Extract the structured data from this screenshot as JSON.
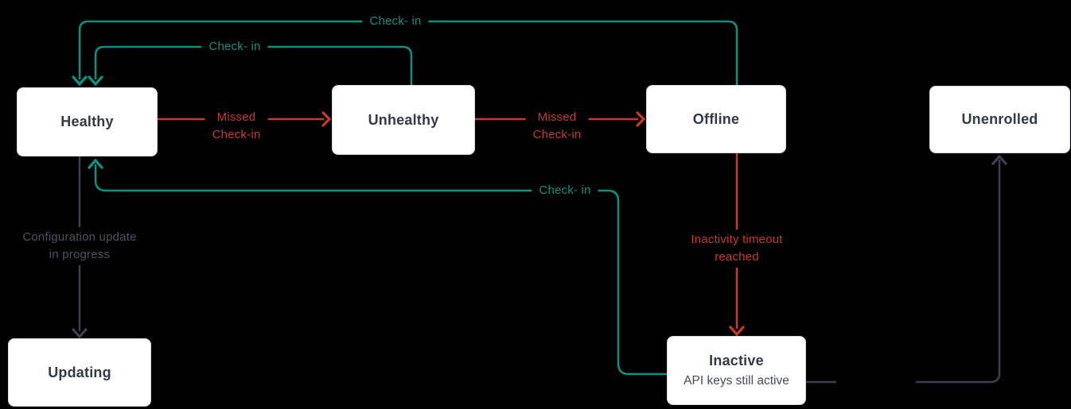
{
  "diagram": {
    "colors": {
      "background": "#000000",
      "teal": "#0E9181",
      "red": "#C83A2E",
      "gray": "#3A4150",
      "gray_text": "#4C5464",
      "box_bg": "#FFFFFF",
      "box_border": "#D7DBE4",
      "node_title": "#323949",
      "node_subtitle": "#454C5A"
    },
    "nodes": {
      "healthy": {
        "title": "Healthy"
      },
      "unhealthy": {
        "title": "Unhealthy"
      },
      "offline": {
        "title": "Offline"
      },
      "unenrolled": {
        "title": "Unenrolled"
      },
      "updating": {
        "title": "Updating"
      },
      "inactive": {
        "title": "Inactive",
        "subtitle": "API keys still active"
      }
    },
    "labels": {
      "checkin_top": "Check- in",
      "checkin_mid": "Check- in",
      "checkin_bottom": "Check- in",
      "missed_left": {
        "line1": "Missed",
        "line2": "Check-in"
      },
      "missed_right": {
        "line1": "Missed",
        "line2": "Check-in"
      },
      "timeout": {
        "line1": "Inactivity timeout",
        "line2": "reached"
      },
      "config": {
        "line1": "Configuration update",
        "line2": "in progress"
      }
    },
    "edges": [
      {
        "from": "Offline",
        "to": "Healthy",
        "label": "Check- in",
        "color": "teal"
      },
      {
        "from": "Unhealthy",
        "to": "Healthy",
        "label": "Check- in",
        "color": "teal"
      },
      {
        "from": "Inactive",
        "to": "Healthy",
        "label": "Check- in",
        "color": "teal"
      },
      {
        "from": "Healthy",
        "to": "Unhealthy",
        "label": "Missed Check-in",
        "color": "red"
      },
      {
        "from": "Unhealthy",
        "to": "Offline",
        "label": "Missed Check-in",
        "color": "red"
      },
      {
        "from": "Offline",
        "to": "Inactive",
        "label": "Inactivity timeout reached",
        "color": "red"
      },
      {
        "from": "Healthy",
        "to": "Updating",
        "label": "Configuration update in progress",
        "color": "gray"
      },
      {
        "from": "Inactive",
        "to": "Unenrolled",
        "label": "",
        "color": "gray"
      }
    ]
  }
}
